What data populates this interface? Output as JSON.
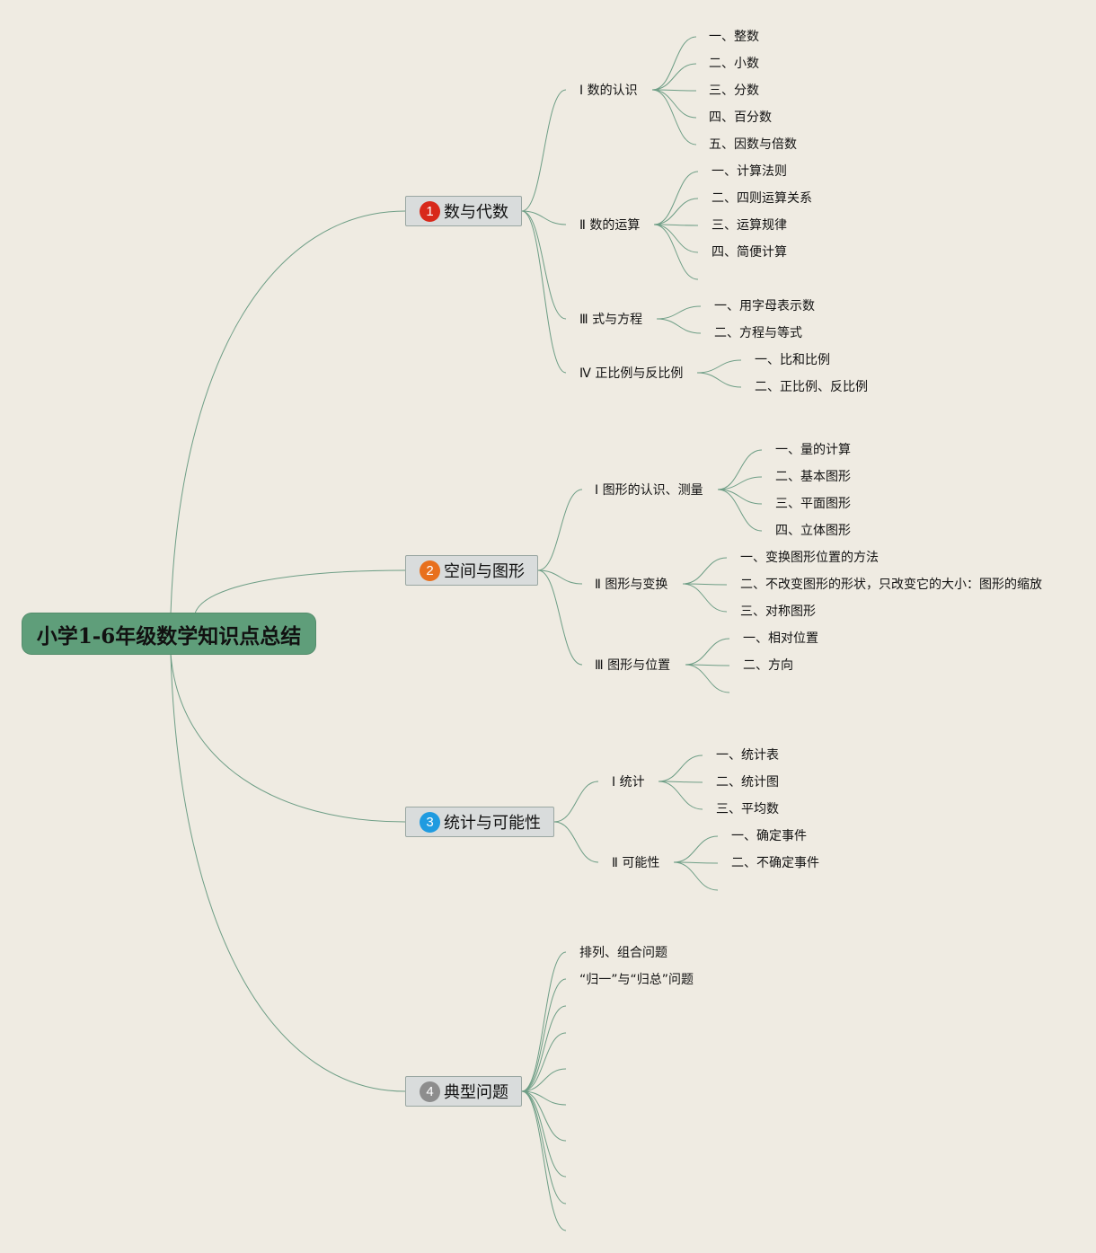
{
  "root": {
    "title": "小学1-6年级数学知识点总结"
  },
  "colors": {
    "line": "#6e9e86",
    "root_bg": "#5f9e7a",
    "topic_bg": "#d9dcdc"
  },
  "categories": [
    {
      "badge": "1",
      "badge_color": "#d8291b",
      "title": "数与代数",
      "sections": [
        {
          "title": "Ⅰ 数的认识",
          "items": [
            "一、整数",
            "二、小数",
            "三、分数",
            "四、百分数",
            "五、因数与倍数"
          ]
        },
        {
          "title": "Ⅱ 数的运算",
          "items": [
            "一、计算法则",
            "二、四则运算关系",
            "三、运算规律",
            "四、简便计算",
            ""
          ]
        },
        {
          "title": "Ⅲ 式与方程",
          "items": [
            "一、用字母表示数",
            "二、方程与等式"
          ]
        },
        {
          "title": "Ⅳ 正比例与反比例",
          "items": [
            "一、比和比例",
            "二、正比例、反比例"
          ]
        }
      ]
    },
    {
      "badge": "2",
      "badge_color": "#e8701d",
      "title": "空间与图形",
      "sections": [
        {
          "title": "Ⅰ 图形的认识、测量",
          "items": [
            "一、量的计算",
            "二、基本图形",
            "三、平面图形",
            "四、立体图形"
          ]
        },
        {
          "title": "Ⅱ 图形与变换",
          "items": [
            "一、变换图形位置的方法",
            "二、不改变图形的形状，只改变它的大小：图形的缩放",
            "三、对称图形"
          ]
        },
        {
          "title": "Ⅲ 图形与位置",
          "items": [
            "一、相对位置",
            "二、方向",
            ""
          ]
        }
      ]
    },
    {
      "badge": "3",
      "badge_color": "#1f9be0",
      "title": "统计与可能性",
      "sections": [
        {
          "title": "Ⅰ 统计",
          "items": [
            "一、统计表",
            "二、统计图",
            "三、平均数"
          ]
        },
        {
          "title": "Ⅱ 可能性",
          "items": [
            "一、确定事件",
            "二、不确定事件",
            ""
          ]
        }
      ]
    },
    {
      "badge": "4",
      "badge_color": "#8d8d8d",
      "title": "典型问题",
      "items": [
        "排列、组合问题",
        "“归一”与“归总”问题",
        "",
        "",
        "",
        "",
        "",
        "",
        "",
        "",
        ""
      ]
    }
  ]
}
